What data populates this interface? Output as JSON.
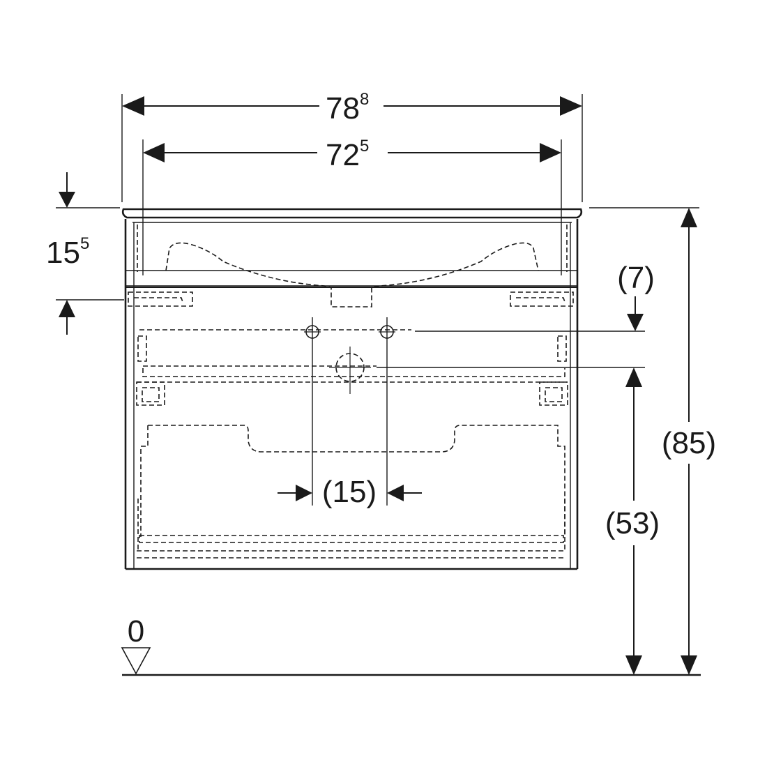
{
  "dimensions": {
    "overall_width": {
      "main": "78",
      "sup": "8"
    },
    "basin_width": {
      "main": "72",
      "sup": "5"
    },
    "basin_height": {
      "main": "15",
      "sup": "5"
    },
    "tap_offset": "(7)",
    "tap_spacing": "(15)",
    "drain_height": "(53)",
    "overall_height": "(85)",
    "floor_level": "0"
  },
  "colors": {
    "line": "#1a1a1a",
    "background": "#ffffff"
  }
}
